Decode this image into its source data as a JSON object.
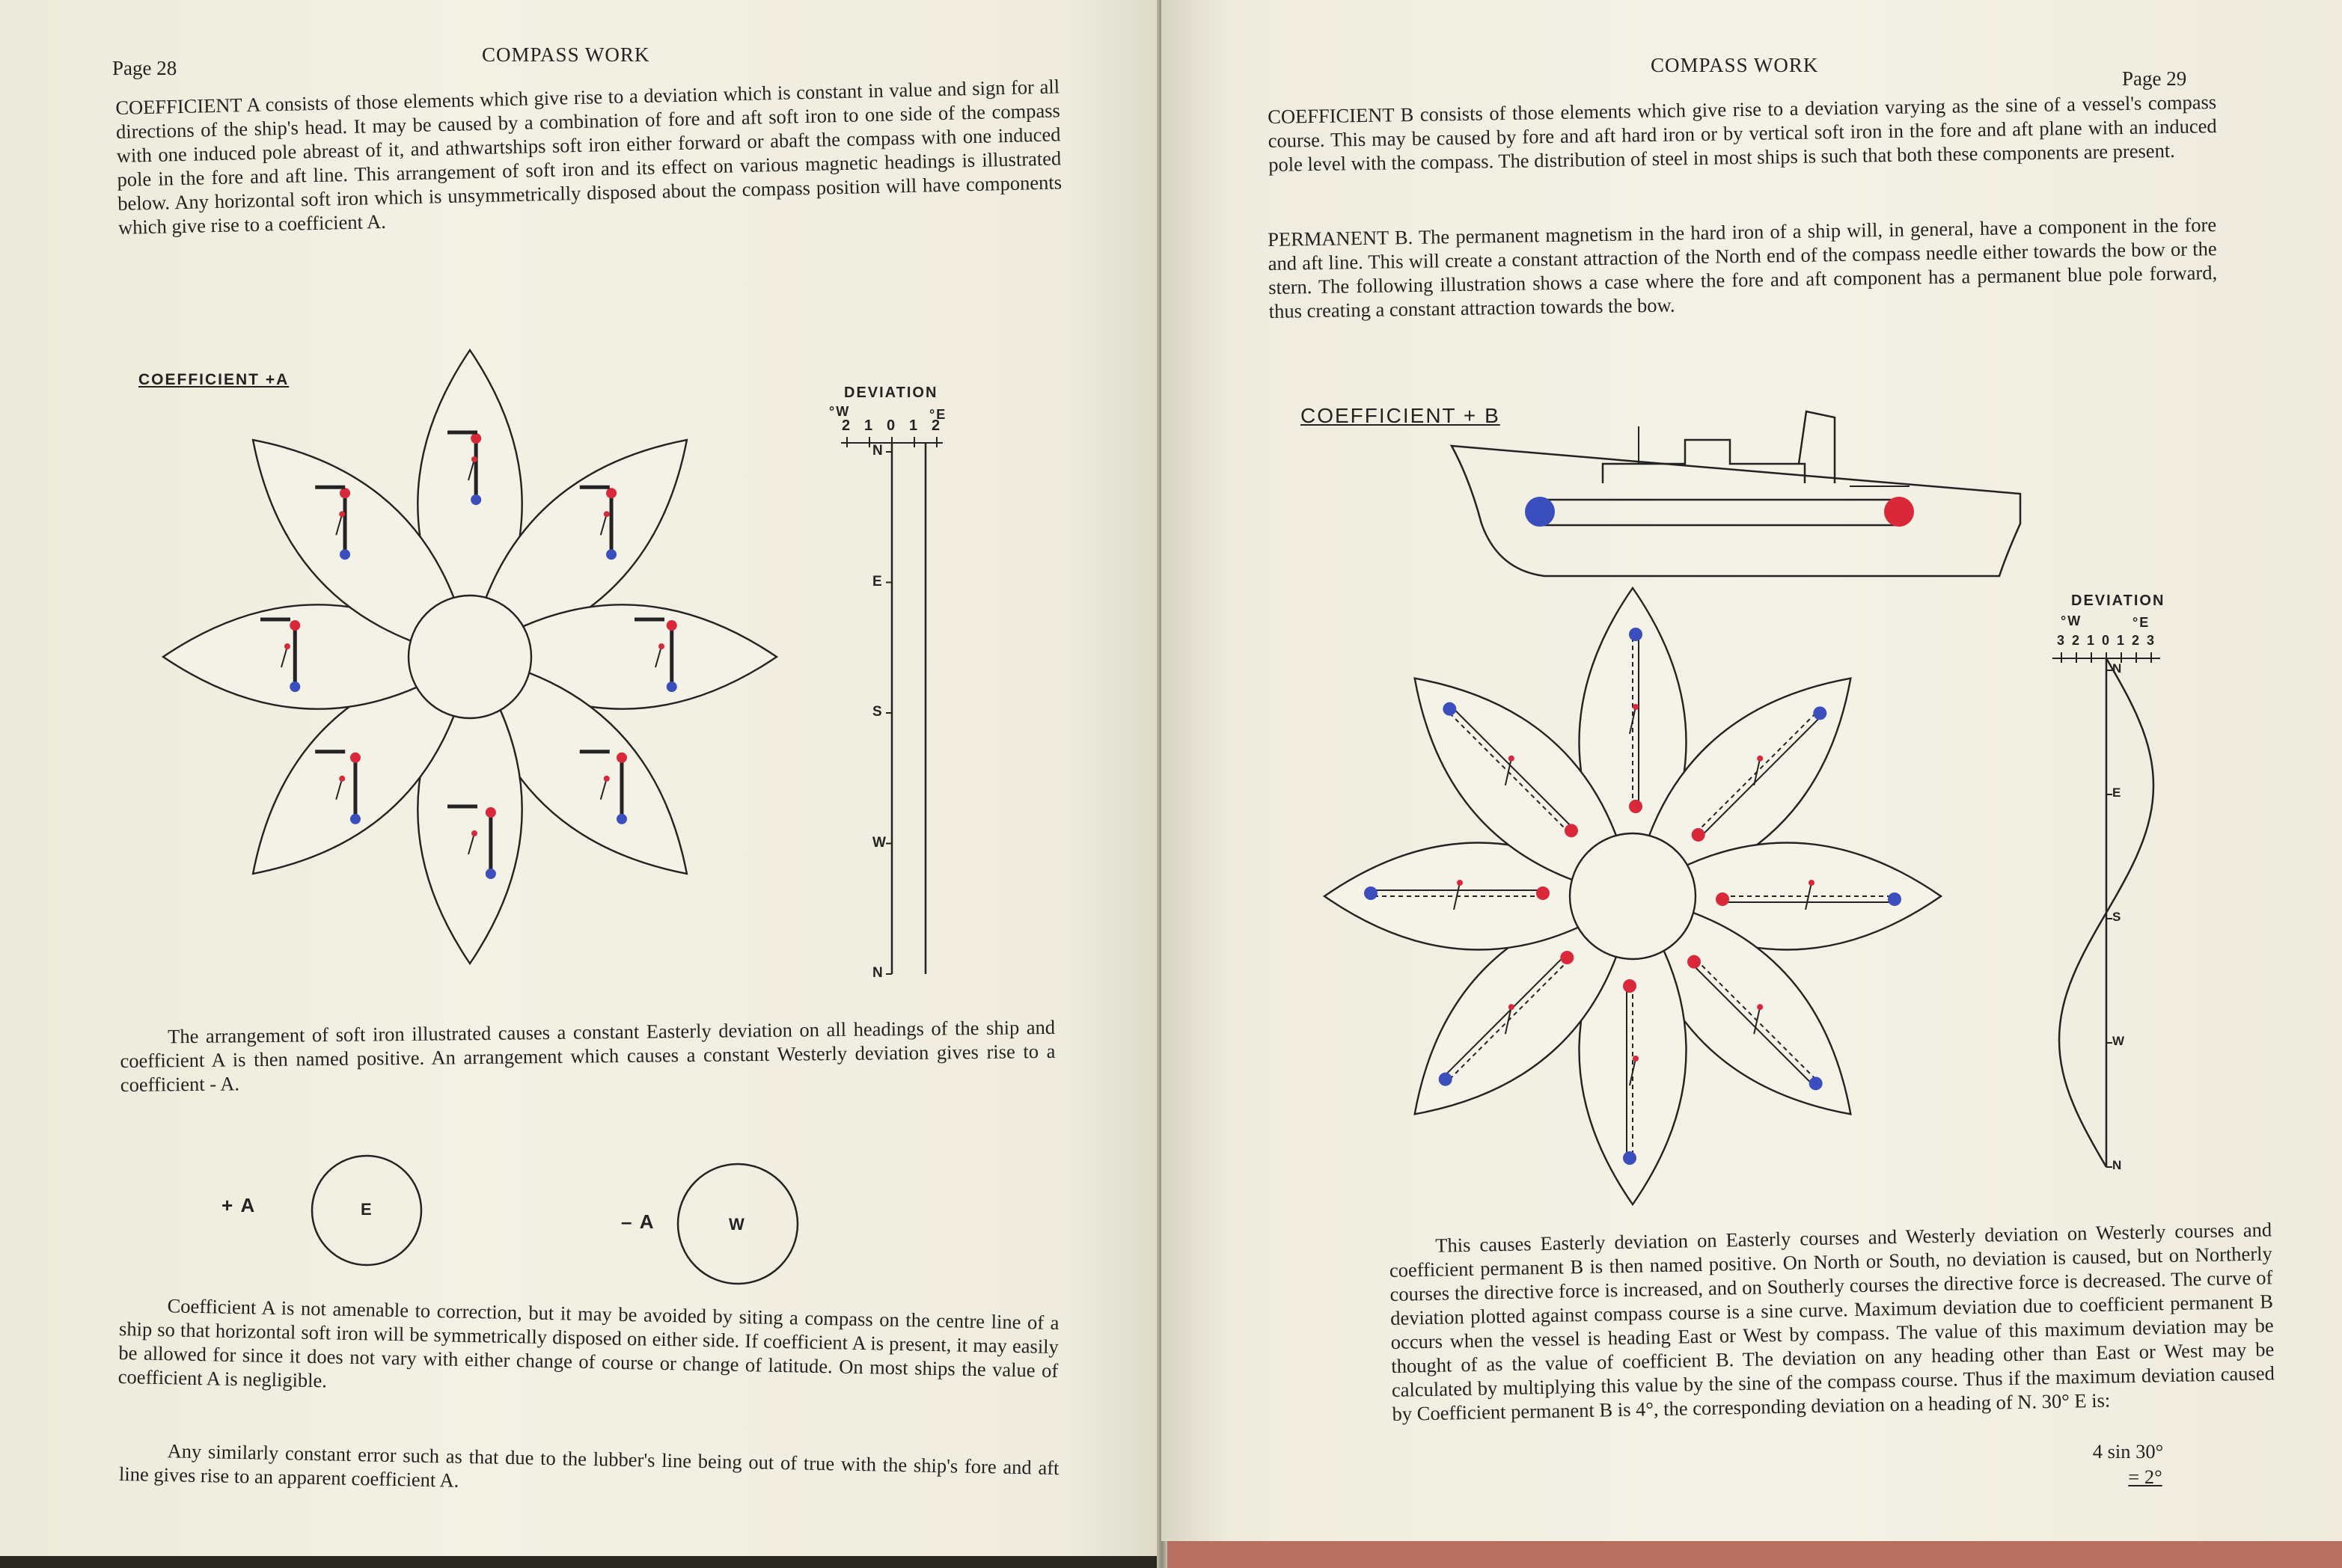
{
  "left": {
    "page_number": "Page 28",
    "header": "COMPASS WORK",
    "intro": "COEFFICIENT A consists of those elements which give rise to a deviation which is constant in value and sign for all directions of the ship's head.  It may be caused by a combination of fore and aft soft iron to one side of the compass with one induced pole abreast of it, and athwartships soft iron either forward or abaft the compass with one induced pole in the fore and aft line.  This arrangement of soft iron and its effect on various magnetic headings is illustrated below.  Any horizontal soft iron which is unsymmetrically disposed about the compass position will have components which give rise to a coefficient A.",
    "figure_caption": "COEFFICIENT  +A",
    "deviation_title": "DEVIATION",
    "deviation_w": "°W",
    "deviation_e": "°E",
    "deviation_ticks": [
      "2",
      "1",
      "0",
      "1",
      "2"
    ],
    "heading_labels": [
      "N",
      "E",
      "S",
      "W",
      "N"
    ],
    "para2": "The arrangement of soft iron illustrated causes a constant Easterly deviation on all headings of the ship and coefficient A is then named positive.  An arrangement which causes a constant Westerly deviation gives rise to a coefficient - A.",
    "plus_a": "+ A",
    "plus_a_letter": "E",
    "minus_a": "– A",
    "minus_a_letter": "W",
    "para3": "Coefficient A is not amenable to correction, but it may be avoided by siting a compass on the centre line of a ship so that horizontal soft iron will be symmetrically disposed on either side.  If coefficient A is present, it may easily be allowed for since it does not vary with either change of course or change of latitude.  On most ships the value of coefficient A is negligible.",
    "para4": "Any similarly constant error such as that due to the lubber's line being out of true with the ship's fore and aft line gives rise to an apparent coefficient A."
  },
  "right": {
    "page_number": "Page 29",
    "header": "COMPASS WORK",
    "para1": "COEFFICIENT B consists of those elements which give rise to a deviation varying as the sine of a vessel's compass course.  This may be caused by fore and aft hard iron or by vertical soft iron in the fore and aft plane with an induced pole level with the compass.  The distribution of steel in most ships is such that both these components are present.",
    "para2": "PERMANENT B.  The permanent magnetism in the hard iron of a ship will, in general, have a component in the fore and aft line.  This will create a constant attraction of the North end of the compass needle either towards the bow or the stern.  The following illustration shows a case where the fore and aft component has a permanent blue pole forward, thus creating a constant attraction towards the bow.",
    "figure_caption": "COEFFICIENT  + B",
    "deviation_title": "DEVIATION",
    "deviation_w": "°W",
    "deviation_e": "°E",
    "deviation_ticks": [
      "3",
      "2",
      "1",
      "0",
      "1",
      "2",
      "3"
    ],
    "heading_labels": [
      "N",
      "E",
      "S",
      "W",
      "N"
    ],
    "para3": "This causes Easterly deviation on Easterly courses and Westerly deviation on Westerly courses and coefficient permanent B is then named positive.  On North or South, no deviation is caused, but on Northerly courses the directive force is increased, and on Southerly courses the directive force is decreased.  The curve of deviation plotted against compass course is a sine curve.  Maximum deviation due to coefficient permanent B occurs when the vessel is heading East or West by compass.  The value of this maximum deviation may be thought of as the value of coefficient B.  The deviation on any heading other than East or West may be calculated by multiplying this value by the sine of the compass course.  Thus if the maximum deviation caused by Coefficient permanent B is 4°, the corresponding deviation on a heading of N. 30° E is:",
    "formula_top": "4 sin 30°",
    "formula_bottom": "= 2°"
  },
  "colors": {
    "red_pole": "#d8283a",
    "blue_pole": "#3a4fbd",
    "paper": "#f1efe3",
    "ink": "#232323"
  }
}
